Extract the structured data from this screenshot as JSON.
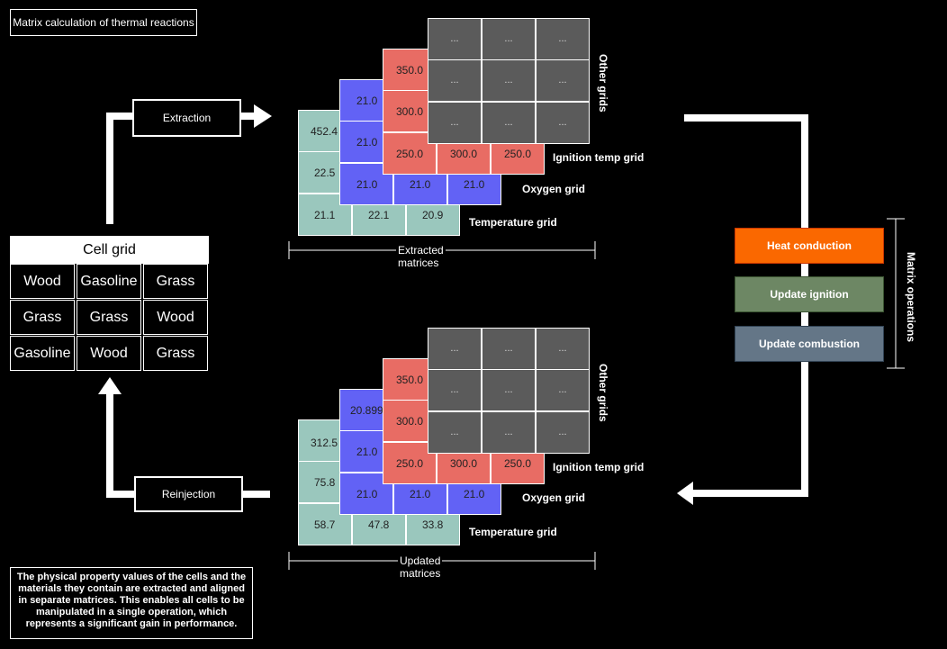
{
  "title": "Matrix calculation of thermal reactions",
  "cell_grid": {
    "header": "Cell grid",
    "rows": [
      [
        "Wood",
        "Gasoline",
        "Grass"
      ],
      [
        "Grass",
        "Grass",
        "Wood"
      ],
      [
        "Gasoline",
        "Wood",
        "Grass"
      ]
    ]
  },
  "arrows": {
    "extraction": "Extraction",
    "reinjection": "Reinjection"
  },
  "extracted": {
    "temperature": {
      "label": "Temperature grid",
      "col0": [
        "452.4",
        "22.5",
        "21.1"
      ],
      "bottom": [
        "22.1",
        "20.9"
      ]
    },
    "oxygen": {
      "label": "Oxygen grid",
      "col0": [
        "21.0",
        "21.0",
        "21.0"
      ],
      "bottom": [
        "21.0",
        "21.0"
      ]
    },
    "ignition": {
      "label": "Ignition temp grid",
      "col0": [
        "350.0",
        "300.0",
        "250.0"
      ],
      "bottom": [
        "300.0",
        "250.0"
      ]
    },
    "other": {
      "label": "Other grids",
      "cell": "..."
    },
    "caption": "Extracted matrices"
  },
  "updated": {
    "temperature": {
      "label": "Temperature grid",
      "col0": [
        "312.5",
        "75.8",
        "58.7"
      ],
      "bottom": [
        "47.8",
        "33.8"
      ]
    },
    "oxygen": {
      "label": "Oxygen grid",
      "col0": [
        "20.899",
        "21.0",
        "21.0"
      ],
      "bottom": [
        "21.0",
        "21.0"
      ]
    },
    "ignition": {
      "label": "Ignition temp grid",
      "col0": [
        "350.0",
        "300.0",
        "250.0"
      ],
      "bottom": [
        "300.0",
        "250.0"
      ]
    },
    "other": {
      "label": "Other grids",
      "cell": "..."
    },
    "caption": "Updated matrices"
  },
  "operations": {
    "label": "Matrix operations",
    "items": [
      {
        "label": "Heat conduction",
        "color": "#fa6800"
      },
      {
        "label": "Update ignition",
        "color": "#6d8764"
      },
      {
        "label": "Update combustion",
        "color": "#647687"
      }
    ]
  },
  "note": "The physical property values of the cells and the materials they contain are extracted and aligned in separate matrices. This enables all cells to be manipulated in a single operation, which represents a significant gain in performance."
}
